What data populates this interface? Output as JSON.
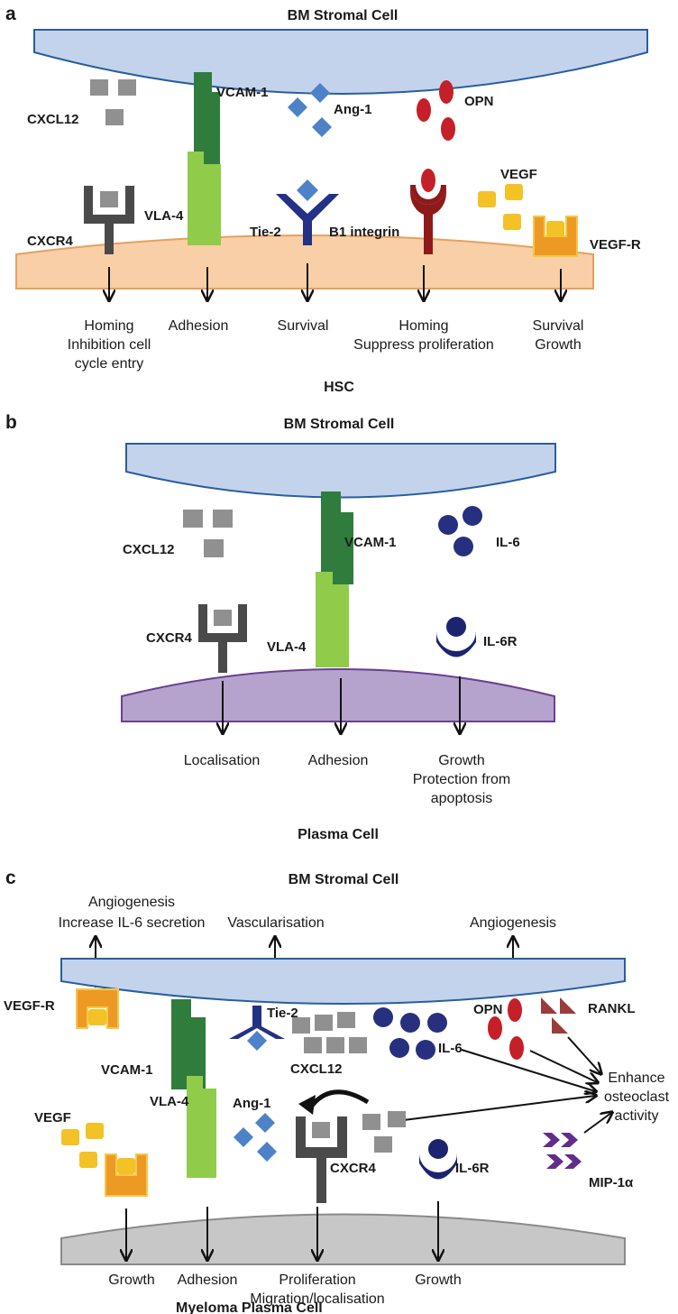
{
  "panel_a": {
    "letter": "a",
    "top_cell": "BM Stromal Cell",
    "bottom_cell": "HSC",
    "labels": {
      "cxcl12": "CXCL12",
      "vcam1": "VCAM-1",
      "ang1": "Ang-1",
      "opn": "OPN",
      "vegf": "VEGF",
      "cxcr4": "CXCR4",
      "vla4": "VLA-4",
      "tie2": "Tie-2",
      "b1_integrin": "B1 integrin",
      "vegfr": "VEGF-R"
    },
    "outcomes": [
      [
        "Homing",
        "Inhibition cell",
        "cycle entry"
      ],
      [
        "Adhesion"
      ],
      [
        "Survival"
      ],
      [
        "Homing",
        "Suppress proliferation"
      ],
      [
        "Survival",
        "Growth"
      ]
    ]
  },
  "panel_b": {
    "letter": "b",
    "top_cell": "BM Stromal Cell",
    "bottom_cell": "Plasma Cell",
    "labels": {
      "cxcl12": "CXCL12",
      "vcam1": "VCAM-1",
      "il6": "IL-6",
      "cxcr4": "CXCR4",
      "vla4": "VLA-4",
      "il6r": "IL-6R"
    },
    "outcomes": [
      [
        "Localisation"
      ],
      [
        "Adhesion"
      ],
      [
        "Growth",
        "Protection from",
        "apoptosis"
      ]
    ]
  },
  "panel_c": {
    "letter": "c",
    "top_cell": "BM Stromal Cell",
    "bottom_cell": "Myeloma Plasma Cell",
    "top_outcomes": [
      [
        "Angiogenesis",
        "Increase IL-6 secretion"
      ],
      [
        "Vascularisation"
      ],
      [
        "Angiogenesis"
      ]
    ],
    "labels": {
      "vegfr": "VEGF-R",
      "tie2": "Tie-2",
      "opn": "OPN",
      "rankl": "RANKL",
      "vcam1": "VCAM-1",
      "cxcl12": "CXCL12",
      "il6": "IL-6",
      "vla4": "VLA-4",
      "ang1": "Ang-1",
      "vegf": "VEGF",
      "cxcr4": "CXCR4",
      "il6r": "IL-6R",
      "mip1a": "MIP-1α",
      "enhance": [
        "Enhance",
        "osteoclast",
        "activity"
      ]
    },
    "bottom_outcomes": [
      [
        "Growth"
      ],
      [
        "Adhesion"
      ],
      [
        "Proliferation",
        "Migration/localisation"
      ],
      [
        "Growth"
      ]
    ]
  },
  "colors": {
    "stromal": "#c3d3ec",
    "stromal_stroke": "#2a5e9c",
    "hsc": "#f8cfa6",
    "hsc_stroke": "#e6a05e",
    "plasma": "#b5a3cd",
    "plasma_stroke": "#6b3f91",
    "myeloma": "#c7c7c7",
    "myeloma_stroke": "#8a8a8a",
    "dark_green": "#2f7c3d",
    "light_green": "#90cb4a",
    "gray_receptor": "#4a4a4a",
    "gray_square": "#909090",
    "blue_diamond": "#4d82c8",
    "navy": "#233186",
    "red_ellipse": "#c51f27",
    "dark_red": "#8e1a1a",
    "vegf_yellow": "#f2c227",
    "vegfr_orange": "#ec9a24",
    "navy_ball": "#26307f",
    "rankl": "#9b3b3c",
    "mip1a": "#612d8a"
  }
}
